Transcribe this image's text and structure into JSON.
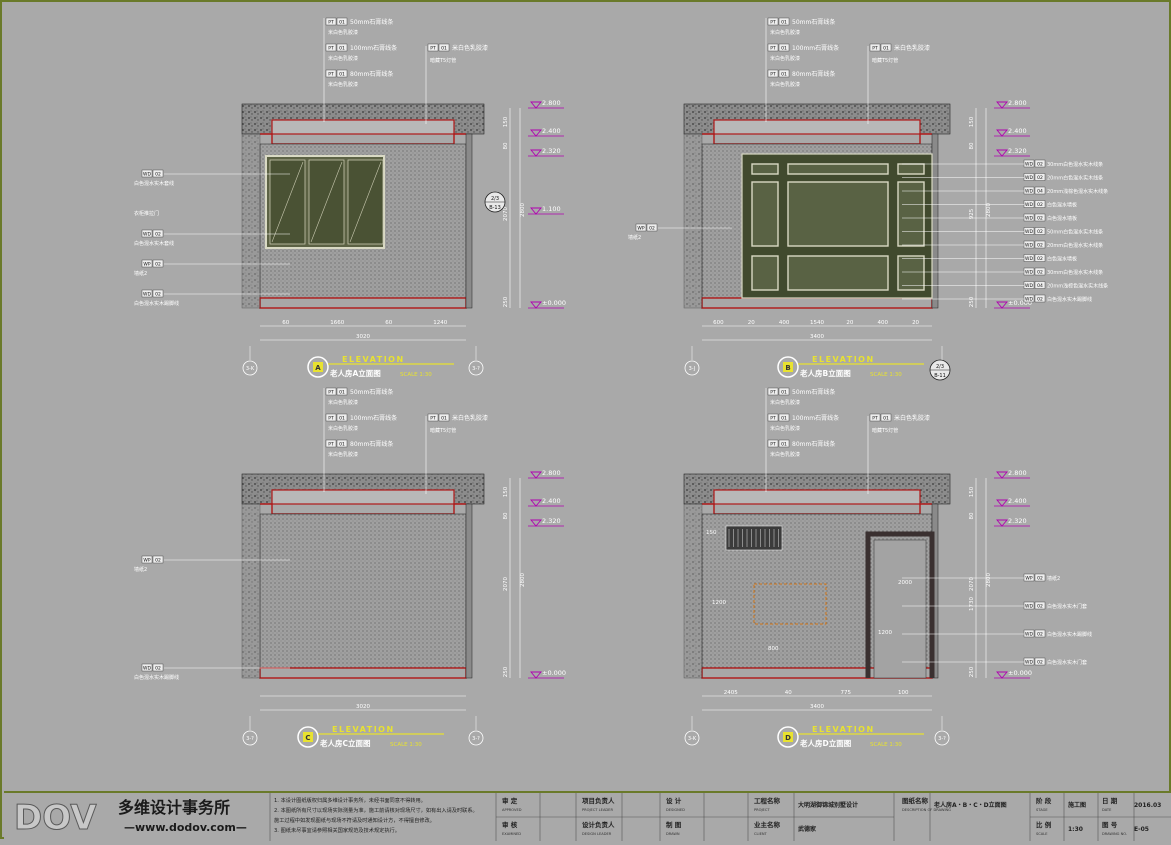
{
  "colors": {
    "background": "#a9a9a9",
    "frame": "#6a7a2a",
    "wall_fill": "#9c9c9c",
    "panel_dark": "#414a2e",
    "panel_frame": "#d9d9c4",
    "red": "#b01818",
    "magenta": "#b000b0",
    "elevation_yellow": "#e8e230",
    "dim_text": "#ffffff",
    "orange_text": "#d77a1a"
  },
  "elevations": [
    {
      "id": "A",
      "badge": "A",
      "banner": "ELEVATION",
      "title": "老人房A立面图",
      "scale": "SCALE 1:30",
      "grid_left": "3-K",
      "grid_right": "3-?",
      "levels": [
        "2.800",
        "2.400",
        "2.320",
        "1.100",
        "±0.000"
      ],
      "side_dims": [
        "150",
        "80",
        "2070",
        "2800",
        "250"
      ],
      "bottom_dims": [
        "60",
        "1660",
        "60",
        "1240"
      ],
      "total_width": "3020",
      "top_tags": [
        {
          "code": "PT",
          "num": "01",
          "text": "50mm石膏线条"
        },
        {
          "code": "",
          "num": "",
          "text": "米白色乳胶漆"
        },
        {
          "code": "PT",
          "num": "01",
          "text": "100mm石膏线条"
        },
        {
          "code": "",
          "num": "",
          "text": "米白色乳胶漆"
        },
        {
          "code": "PT",
          "num": "01",
          "text": "80mm石膏线条"
        },
        {
          "code": "",
          "num": "",
          "text": "米白色乳胶漆"
        },
        {
          "code": "PT",
          "num": "01",
          "text": "米白色乳胶漆"
        },
        {
          "code": "",
          "num": "",
          "text": "暗藏T5灯管"
        }
      ],
      "left_tags": [
        {
          "code": "WD",
          "num": "02",
          "text": "白色混水实木套线"
        },
        {
          "code": "",
          "num": "",
          "text": "衣柜推拉门"
        },
        {
          "code": "WD",
          "num": "02",
          "text": "白色混水实木套线"
        },
        {
          "code": "WP",
          "num": "02",
          "text": "墙纸2"
        },
        {
          "code": "WD",
          "num": "02",
          "text": "白色混水实木踢脚线"
        }
      ],
      "right_tags": [],
      "callout": {
        "top": "2/3",
        "bottom": "B-13"
      }
    },
    {
      "id": "B",
      "badge": "B",
      "banner": "ELEVATION",
      "title": "老人房B立面图",
      "scale": "SCALE 1:30",
      "grid_left": "3-J",
      "grid_right": "3-?",
      "levels": [
        "2.800",
        "2.400",
        "2.320",
        "±0.000"
      ],
      "side_dims": [
        "150",
        "80",
        "925",
        "2800",
        "250"
      ],
      "bottom_dims": [
        "600",
        "20",
        "400",
        "1540",
        "20",
        "400",
        "20"
      ],
      "total_width": "3400",
      "top_tags": [
        {
          "code": "PT",
          "num": "01",
          "text": "50mm石膏线条"
        },
        {
          "code": "",
          "num": "",
          "text": "米白色乳胶漆"
        },
        {
          "code": "PT",
          "num": "01",
          "text": "100mm石膏线条"
        },
        {
          "code": "",
          "num": "",
          "text": "米白色乳胶漆"
        },
        {
          "code": "PT",
          "num": "01",
          "text": "80mm石膏线条"
        },
        {
          "code": "",
          "num": "",
          "text": "米白色乳胶漆"
        },
        {
          "code": "PT",
          "num": "01",
          "text": "米白色乳胶漆"
        },
        {
          "code": "",
          "num": "",
          "text": "暗藏T5灯管"
        }
      ],
      "left_tags": [
        {
          "code": "WP",
          "num": "02",
          "text": "墙纸2"
        }
      ],
      "right_tags": [
        {
          "code": "WD",
          "num": "02",
          "text": "30mm白色混水实木线条"
        },
        {
          "code": "WD",
          "num": "02",
          "text": "20mm白色混水实木线条"
        },
        {
          "code": "WD",
          "num": "04",
          "text": "20mm浅棕色混水实木线条"
        },
        {
          "code": "WD",
          "num": "02",
          "text": "白色混水墙板"
        },
        {
          "code": "WD",
          "num": "02",
          "text": "白色混水墙板"
        },
        {
          "code": "WD",
          "num": "02",
          "text": "50mm白色混水实木线条"
        },
        {
          "code": "WD",
          "num": "02",
          "text": "20mm白色混水实木线条"
        },
        {
          "code": "WD",
          "num": "02",
          "text": "白色混水墙板"
        },
        {
          "code": "WD",
          "num": "02",
          "text": "30mm白色混水实木线条"
        },
        {
          "code": "WD",
          "num": "04",
          "text": "20mm浅棕色混水实木线条"
        },
        {
          "code": "WD",
          "num": "02",
          "text": "白色混水实木踢脚线"
        }
      ],
      "callout": {
        "top": "2/3",
        "bottom": "B-11"
      }
    },
    {
      "id": "C",
      "badge": "C",
      "banner": "ELEVATION",
      "title": "老人房C立面图",
      "scale": "SCALE 1:30",
      "grid_left": "3-?",
      "grid_right": "3-?",
      "levels": [
        "2.800",
        "2.400",
        "2.320",
        "±0.000"
      ],
      "side_dims": [
        "150",
        "80",
        "2070",
        "2800",
        "250"
      ],
      "bottom_dims": [],
      "total_width": "3020",
      "top_tags": [
        {
          "code": "PT",
          "num": "01",
          "text": "50mm石膏线条"
        },
        {
          "code": "",
          "num": "",
          "text": "米白色乳胶漆"
        },
        {
          "code": "PT",
          "num": "01",
          "text": "100mm石膏线条"
        },
        {
          "code": "",
          "num": "",
          "text": "米白色乳胶漆"
        },
        {
          "code": "PT",
          "num": "01",
          "text": "80mm石膏线条"
        },
        {
          "code": "",
          "num": "",
          "text": "米白色乳胶漆"
        },
        {
          "code": "PT",
          "num": "01",
          "text": "米白色乳胶漆"
        },
        {
          "code": "",
          "num": "",
          "text": "暗藏T5灯管"
        }
      ],
      "left_tags": [
        {
          "code": "WP",
          "num": "02",
          "text": "墙纸2"
        },
        {
          "code": "WD",
          "num": "02",
          "text": "白色混水实木踢脚线"
        }
      ],
      "right_tags": [],
      "callout": null
    },
    {
      "id": "D",
      "badge": "D",
      "banner": "ELEVATION",
      "title": "老人房D立面图",
      "scale": "SCALE 1:30",
      "grid_left": "3-K",
      "grid_right": "3-?",
      "levels": [
        "2.800",
        "2.400",
        "2.320",
        "±0.000"
      ],
      "side_dims": [
        "150",
        "80",
        "2070",
        "2800",
        "250",
        "1730"
      ],
      "bottom_dims": [
        "2405",
        "40",
        "775",
        "100"
      ],
      "total_width": "3400",
      "top_tags": [
        {
          "code": "PT",
          "num": "01",
          "text": "50mm石膏线条"
        },
        {
          "code": "",
          "num": "",
          "text": "米白色乳胶漆"
        },
        {
          "code": "PT",
          "num": "01",
          "text": "100mm石膏线条"
        },
        {
          "code": "",
          "num": "",
          "text": "米白色乳胶漆"
        },
        {
          "code": "PT",
          "num": "01",
          "text": "80mm石膏线条"
        },
        {
          "code": "",
          "num": "",
          "text": "米白色乳胶漆"
        },
        {
          "code": "PT",
          "num": "01",
          "text": "米白色乳胶漆"
        },
        {
          "code": "",
          "num": "",
          "text": "暗藏T5灯管"
        }
      ],
      "left_tags": [],
      "right_tags": [
        {
          "code": "WP",
          "num": "02",
          "text": "墙纸2"
        },
        {
          "code": "WD",
          "num": "02",
          "text": "白色混水实木门套"
        },
        {
          "code": "WD",
          "num": "02",
          "text": "白色混水实木踢脚线"
        },
        {
          "code": "WD",
          "num": "02",
          "text": "白色混水实木门套"
        }
      ],
      "inner_dims": [
        "150",
        "1200",
        "800",
        "1200",
        "2000"
      ],
      "callout": null
    }
  ],
  "title_block": {
    "logo": "DOV",
    "company": "多维设计事务所",
    "website": "—www.dodov.com—",
    "notes": [
      "1. 本设计图纸版权归属多维设计事务所，未经书面同意不得转用。",
      "2. 本图纸所有尺寸以现场实际测量为准，施工前请核对现场尺寸，如有出入请及时联系。",
      "   施工过程中如发现图纸与现场不符请及时通知设计方，不得擅自修改。",
      "3. 图纸未尽事宜请参照相关国家规范及技术规定执行。"
    ],
    "cells": [
      {
        "label": "审 定",
        "sub": "APPROVED",
        "value": ""
      },
      {
        "label": "审 核",
        "sub": "EXAMINED",
        "value": ""
      },
      {
        "label": "项目负责人",
        "sub": "PROJECT LEADER",
        "value": ""
      },
      {
        "label": "设计负责人",
        "sub": "DESIGN LEADER",
        "value": ""
      },
      {
        "label": "设 计",
        "sub": "DESIGNED",
        "value": ""
      },
      {
        "label": "制 图",
        "sub": "DRAWN",
        "value": ""
      },
      {
        "label": "工程名称",
        "sub": "PROJECT",
        "value": "大明湖御锦城别墅设计"
      },
      {
        "label": "业主名称",
        "sub": "CLIENT",
        "value": "武德家"
      },
      {
        "label": "图纸名称",
        "sub": "DESCRIPTION OF DRAWING",
        "value": "老人房A・B・C・D立面图"
      },
      {
        "label": "阶 段",
        "sub": "STAGE",
        "value": "施工图"
      },
      {
        "label": "比 例",
        "sub": "SCALE",
        "value": "1:30"
      },
      {
        "label": "日 期",
        "sub": "DATE",
        "value": "2016.03"
      },
      {
        "label": "图 号",
        "sub": "DRAWING NO.",
        "value": "E-05"
      }
    ]
  }
}
